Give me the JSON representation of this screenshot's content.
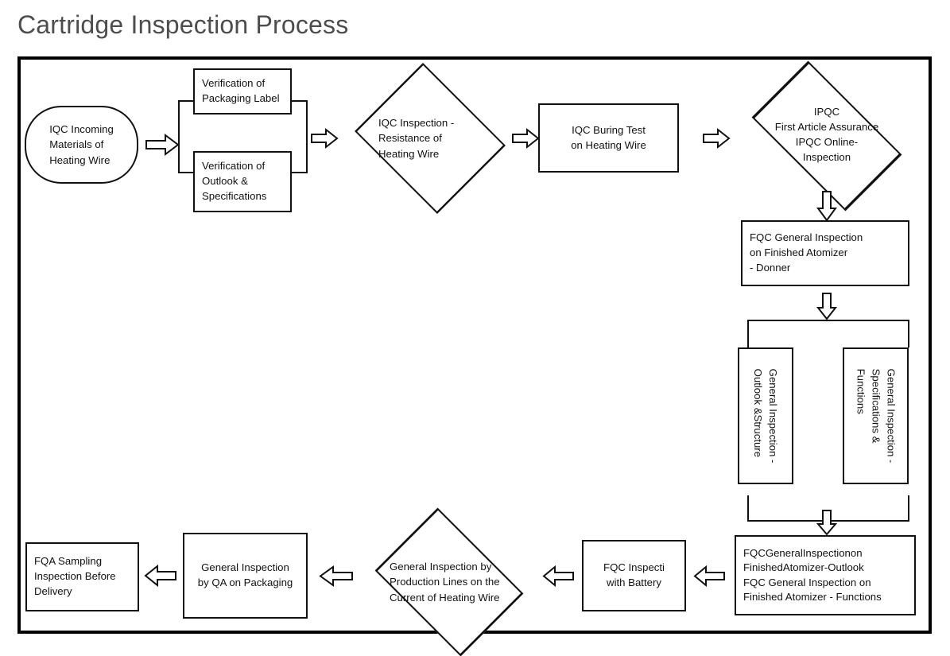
{
  "page": {
    "title": "Cartridge Inspection Process",
    "frame_color": "#000000",
    "shape_stroke": "#111111",
    "background": "#ffffff",
    "title_color": "#4d4d4d"
  },
  "chart_data": {
    "type": "diagram",
    "diagram_kind": "flowchart",
    "title": "Cartridge Inspection Process",
    "direction": "left-to-right (top row), then down right column, then right-to-left (bottom row)",
    "nodes": [
      {
        "id": "n1",
        "shape": "terminator",
        "label": "IQC Incoming Materials of Heating Wire"
      },
      {
        "id": "n2",
        "shape": "process",
        "label": "Verification of Packaging Label"
      },
      {
        "id": "n3",
        "shape": "process",
        "label": "Verification of Outlook & Specifications"
      },
      {
        "id": "n4",
        "shape": "decision",
        "label": "IQC Inspection - Resistance of Heating Wire"
      },
      {
        "id": "n5",
        "shape": "process",
        "label": "IQC Buring Test on Heating Wire"
      },
      {
        "id": "n6",
        "shape": "decision",
        "label": "IPQC First Article Assurance IPQC Online-Inspection"
      },
      {
        "id": "n7",
        "shape": "process",
        "label": "FQC General Inspection on Finished Atomizer - Donner"
      },
      {
        "id": "n8",
        "shape": "process-rotated",
        "label": "General Inspection - Outlook &Structure"
      },
      {
        "id": "n9",
        "shape": "process-rotated",
        "label": "General Inspection - Specifications & Functions"
      },
      {
        "id": "n10",
        "shape": "process",
        "label": "FQCGeneralInspectionon FinishedAtomizer-Outlook FQC General Inspection on Finished Atomizer - Functions"
      },
      {
        "id": "n11",
        "shape": "process",
        "label": "FQC Inspecti with Battery"
      },
      {
        "id": "n12",
        "shape": "decision",
        "label": "General Inspection by Production Lines on the Current of Heating Wire"
      },
      {
        "id": "n13",
        "shape": "process",
        "label": "General Inspection by QA on Packaging"
      },
      {
        "id": "n14",
        "shape": "process",
        "label": "FQA Sampling Inspection Before Delivery"
      }
    ],
    "edges": [
      {
        "from": "n1",
        "to": "group-n2-n3",
        "direction": "right"
      },
      {
        "from": "group-n2-n3",
        "to": "n4",
        "direction": "right"
      },
      {
        "from": "n4",
        "to": "n5",
        "direction": "right"
      },
      {
        "from": "n5",
        "to": "n6",
        "direction": "right"
      },
      {
        "from": "n6",
        "to": "n7",
        "direction": "down"
      },
      {
        "from": "n7",
        "to": "group-n8-n9",
        "direction": "down"
      },
      {
        "from": "group-n8-n9",
        "to": "n10",
        "direction": "down"
      },
      {
        "from": "n10",
        "to": "n11",
        "direction": "left"
      },
      {
        "from": "n11",
        "to": "n12",
        "direction": "left"
      },
      {
        "from": "n12",
        "to": "n13",
        "direction": "left"
      },
      {
        "from": "n13",
        "to": "n14",
        "direction": "left"
      }
    ]
  },
  "nodes": {
    "iqc_incoming": {
      "lines": [
        "IQC Incoming",
        "Materials of",
        "Heating Wire"
      ]
    },
    "verify_packaging_label": {
      "lines": [
        "Verification of",
        "Packaging Label"
      ]
    },
    "verify_outlook_specs": {
      "lines": [
        "Verification of",
        "Outlook &",
        "Specifications"
      ]
    },
    "iqc_resistance": {
      "lines": [
        "IQC Inspection -",
        "Resistance of",
        "Heating Wire"
      ]
    },
    "iqc_buring_test": {
      "lines": [
        "IQC Buring Test",
        "on Heating Wire"
      ]
    },
    "ipqc_first_article": {
      "lines": [
        "IPQC",
        "First Article Assurance",
        "IPQC Online-",
        "Inspection"
      ]
    },
    "fqc_donner": {
      "lines": [
        "FQC General Inspection",
        "on Finished Atomizer",
        "- Donner"
      ]
    },
    "gen_outlook_structure": {
      "lines": [
        "General Inspection -",
        "Outlook &Structure"
      ]
    },
    "gen_specs_functions": {
      "lines": [
        "General Inspection -",
        "Specifications &",
        "Functions"
      ]
    },
    "fqc_outlook_functions": {
      "lines": [
        "FQCGeneralInspectionon",
        "FinishedAtomizer-Outlook",
        "FQC General Inspection on",
        "Finished Atomizer - Functions"
      ]
    },
    "fqc_battery": {
      "lines": [
        "FQC Inspecti",
        "with Battery"
      ]
    },
    "gen_production_current": {
      "lines": [
        "General Inspection by",
        "Production Lines on the",
        "Current of Heating Wire"
      ]
    },
    "qa_packaging": {
      "lines": [
        "General Inspection",
        "by QA on Packaging"
      ]
    },
    "fqa_sampling": {
      "lines": [
        "FQA Sampling",
        "Inspection Before",
        "Delivery"
      ]
    }
  },
  "icons": {
    "arrow_right": "arrow-right-icon",
    "arrow_left": "arrow-left-icon",
    "arrow_down": "arrow-down-icon",
    "bracket_merge": "bracket-merge-icon",
    "bracket_split": "bracket-split-icon"
  }
}
